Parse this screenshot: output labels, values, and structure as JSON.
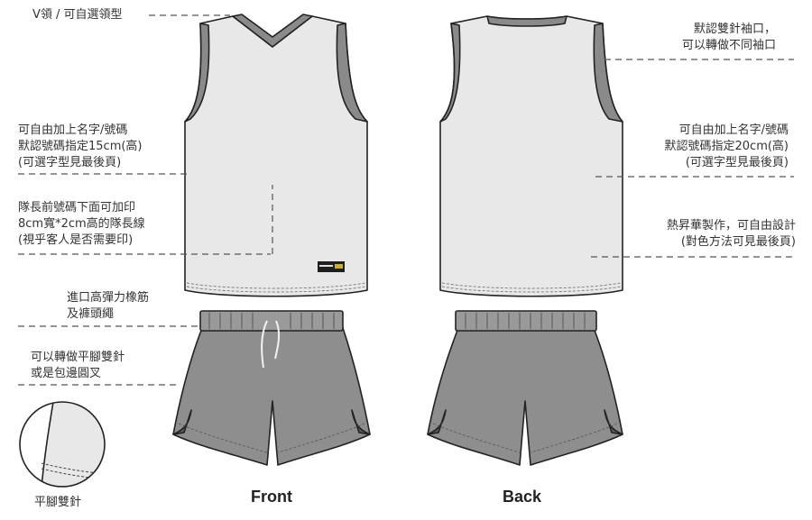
{
  "views": {
    "front": "Front",
    "back": "Back"
  },
  "front_notes": {
    "collar": "V領 / 可自選領型",
    "name_number": [
      "可自由加上名字/號碼",
      "默認號碼指定15cm(高)",
      "(可選字型見最後頁)"
    ],
    "captain": [
      "隊長前號碼下面可加印",
      "8cm寬*2cm高的隊長線",
      "(視乎客人是否需要印)"
    ],
    "waistband": [
      "進口高彈力橡筋",
      "及褲頭繩"
    ],
    "hem": [
      "可以轉做平腳雙針",
      "或是包邊圓叉"
    ],
    "detail": "平腳雙針"
  },
  "back_notes": {
    "cuff": [
      "默認雙針袖口，",
      "可以轉做不同袖口"
    ],
    "name_number": [
      "可自由加上名字/號碼",
      "默認號碼指定20cm(高)",
      "(可選字型見最後頁)"
    ],
    "sublimation": [
      "熱昇華製作，可自由設計",
      "(對色方法可見最後頁)"
    ]
  },
  "colors": {
    "body": "#e8e8e8",
    "trim": "#8a8a8a",
    "shorts": "#8e8e8e",
    "outline": "#222222"
  }
}
